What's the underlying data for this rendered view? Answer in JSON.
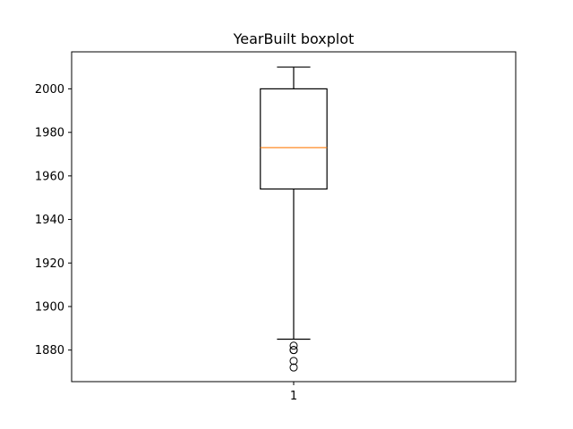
{
  "chart_data": {
    "type": "boxplot",
    "title": "YearBuilt boxplot",
    "xlabel": "",
    "ylabel": "",
    "categories": [
      "1"
    ],
    "ylim": [
      1865.5,
      2017
    ],
    "y_ticks": [
      1880,
      1900,
      1920,
      1940,
      1960,
      1980,
      2000
    ],
    "grid": false,
    "boxes": [
      {
        "category": "1",
        "whisker_low": 1885,
        "q1": 1954,
        "median": 1973,
        "q3": 2000,
        "whisker_high": 2010,
        "outliers": [
          1872,
          1875,
          1880,
          1880,
          1882
        ]
      }
    ],
    "colors": {
      "box": "#000000",
      "median": "#ff7f0e",
      "whisker": "#000000",
      "outlier": "#000000"
    }
  }
}
